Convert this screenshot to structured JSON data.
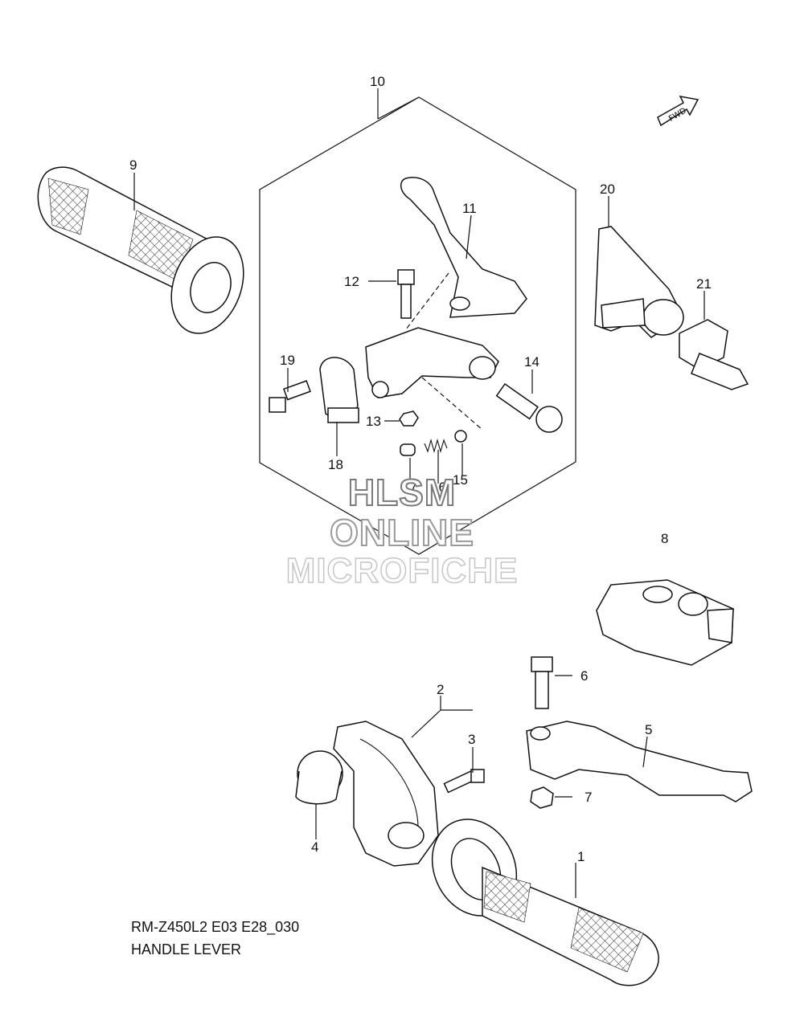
{
  "diagram": {
    "fwd_label": "FWD",
    "callouts": {
      "c1": "1",
      "c2": "2",
      "c3": "3",
      "c4": "4",
      "c5": "5",
      "c6": "6",
      "c7": "7",
      "c8": "8",
      "c9": "9",
      "c10": "10",
      "c11": "11",
      "c12": "12",
      "c13": "13",
      "c14": "14",
      "c15": "15",
      "c16": "16",
      "c17": "17",
      "c18": "18",
      "c19": "19",
      "c20": "20",
      "c21": "21"
    }
  },
  "watermark": {
    "line1": "HLSM",
    "line2": "ONLINE",
    "line3": "MICROFICHE"
  },
  "caption": {
    "model_code": "RM-Z450L2 E03 E28_030",
    "title": "HANDLE LEVER"
  }
}
